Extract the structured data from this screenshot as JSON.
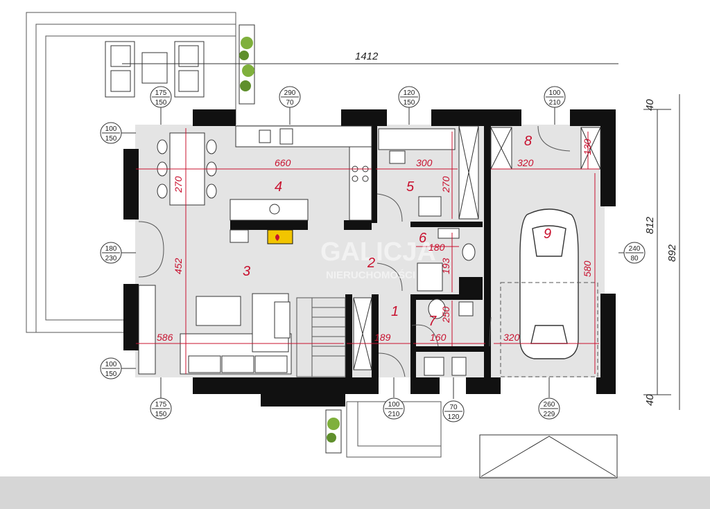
{
  "colors": {
    "wall": "#111111",
    "floor": "#e4e4e4",
    "dim": "#c8102e",
    "line": "#333333",
    "fire": "#f2c500",
    "bottom_band": "#d6d6d6"
  },
  "rooms": [
    {
      "number": "1"
    },
    {
      "number": "2"
    },
    {
      "number": "3"
    },
    {
      "number": "4"
    },
    {
      "number": "5"
    },
    {
      "number": "6"
    },
    {
      "number": "7"
    },
    {
      "number": "8"
    },
    {
      "number": "9"
    }
  ],
  "interior_dims": [
    "660",
    "270",
    "300",
    "270",
    "320",
    "130",
    "452",
    "180",
    "193",
    "250",
    "580",
    "586",
    "189",
    "160",
    "320"
  ],
  "overall_dims": [
    "1412",
    "812",
    "892",
    "40",
    "40"
  ],
  "openings": [
    {
      "top": "175",
      "bottom": "150"
    },
    {
      "top": "290",
      "bottom": "70"
    },
    {
      "top": "120",
      "bottom": "150"
    },
    {
      "top": "100",
      "bottom": "210"
    },
    {
      "top": "100",
      "bottom": "150"
    },
    {
      "top": "180",
      "bottom": "230"
    },
    {
      "top": "240",
      "bottom": "80"
    },
    {
      "top": "100",
      "bottom": "150"
    },
    {
      "top": "175",
      "bottom": "150"
    },
    {
      "top": "100",
      "bottom": "210"
    },
    {
      "top": "70",
      "bottom": "120"
    },
    {
      "top": "260",
      "bottom": "229"
    }
  ],
  "watermark": {
    "line1": "GALICJA",
    "line2": "NIERUCHOMOŚCI"
  }
}
